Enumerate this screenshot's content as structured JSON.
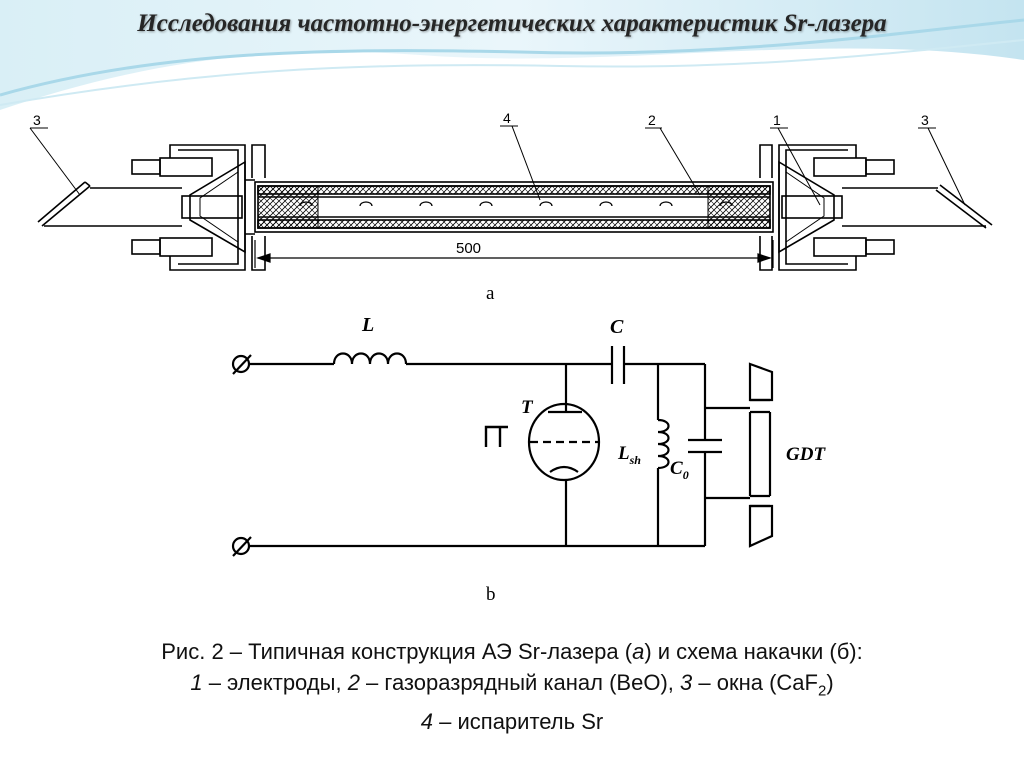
{
  "title": "Исследования частотно-энергетических характеристик Sr-лазера",
  "figure_a": {
    "panel_label": "a",
    "dimension_label": "500",
    "part_numbers": {
      "left_window": "3",
      "evaporator": "4",
      "channel": "2",
      "electrode": "1",
      "right_window": "3"
    }
  },
  "figure_b": {
    "panel_label": "b",
    "labels": {
      "inductor": "L",
      "capacitor": "C",
      "thyratron": "T",
      "shunt": "L",
      "shunt_sub": "sh",
      "c0": "C",
      "c0_sub": "0",
      "tube": "GDT"
    }
  },
  "caption": {
    "line1": "Рис. 2 – Типичная конструкция АЭ Sr-лазера (",
    "line1_a": "а",
    "line1_mid": ") и схема накачки (б):",
    "n1": "1",
    "t1": " – электроды, ",
    "n2": "2",
    "t2": " – газоразрядный канал (BeO), ",
    "n3": "3",
    "t3": " – окна (CaF",
    "t3_sub": "2",
    "t3_end": ")",
    "n4": "4",
    "t4": " – испаритель Sr"
  },
  "colors": {
    "title_text": "#262626",
    "wave_light": "#cfe9f3",
    "wave_mid": "#9fd3e6",
    "line": "#000000"
  }
}
